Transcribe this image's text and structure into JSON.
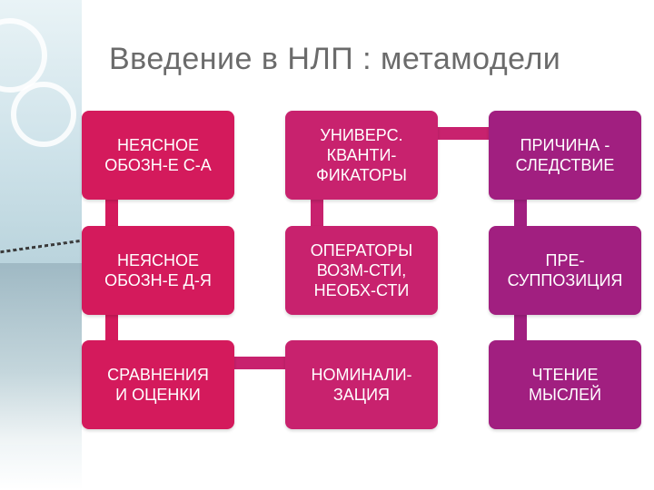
{
  "title": "Введение в НЛП : метамодели",
  "colors": {
    "col1": "#d41a5c",
    "col2": "#c8226e",
    "col3": "#a11f80",
    "title": "#6b6b6b"
  },
  "boxes": [
    [
      "НЕЯСНОЕ\nОБОЗН-Е С-А",
      "УНИВЕРС.\nКВАНТИ-\nФИКАТОРЫ",
      "ПРИЧИНА -\nСЛЕДСТВИЕ"
    ],
    [
      "НЕЯСНОЕ\nОБОЗН-Е Д-Я",
      "ОПЕРАТОРЫ\nВОЗМ-СТИ,\nНЕОБХ-СТИ",
      "ПРЕ-\nСУППОЗИЦИЯ"
    ],
    [
      "СРАВНЕНИЯ\nИ ОЦЕНКИ",
      "НОМИНАЛИ-\nЗАЦИЯ",
      "ЧТЕНИЕ\nМЫСЛЕЙ"
    ]
  ]
}
